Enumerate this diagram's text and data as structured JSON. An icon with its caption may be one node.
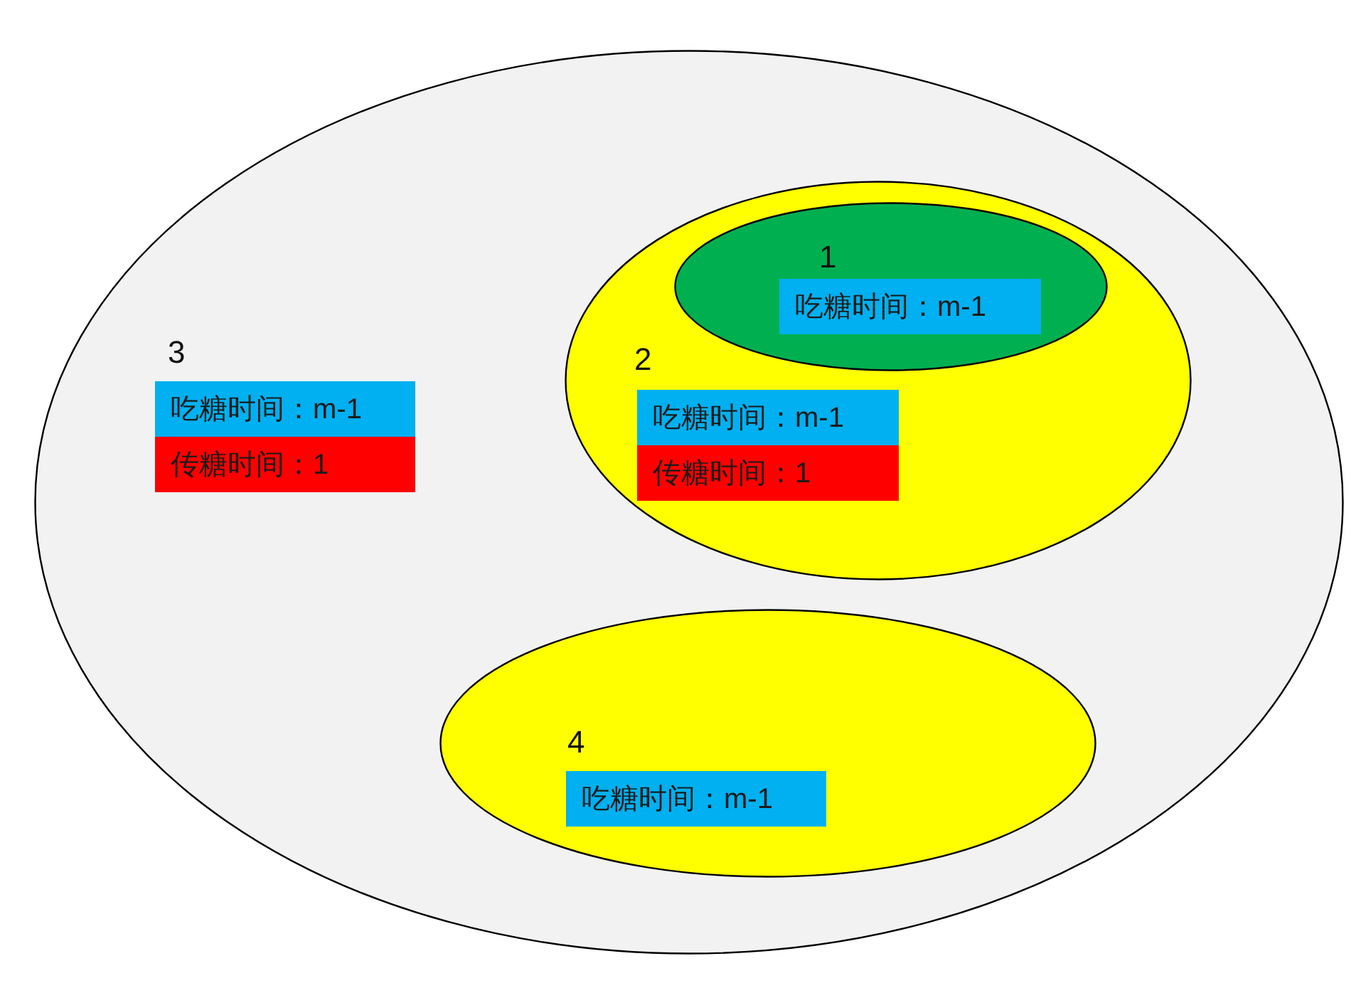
{
  "diagram": {
    "nodes": [
      {
        "text": [
          "3"
        ]
      },
      {
        "text": [
          "2"
        ],
        "in": 0
      },
      {
        "text": [
          "1"
        ],
        "in": 1
      },
      {
        "text": [
          "吃糖时间：m-1"
        ],
        "in": 2
      },
      {
        "text": [
          "吃糖时间：m-1"
        ],
        "in": 1
      },
      {
        "text": [
          "传糖时间：1"
        ],
        "in": 1
      },
      {
        "text": [
          "吃糖时间：m-1"
        ],
        "in": 0
      },
      {
        "text": [
          "传糖时间：1"
        ],
        "in": 0
      },
      {
        "text": [
          "4"
        ],
        "in": 0
      },
      {
        "text": [
          "吃糖时间：m-1"
        ],
        "in": 8
      }
    ]
  }
}
